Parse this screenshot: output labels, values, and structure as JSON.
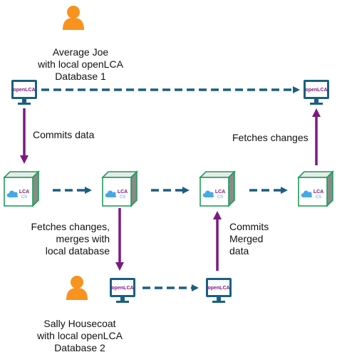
{
  "brand": {
    "app_logo": "openLCA",
    "server_logo_top": "LCA",
    "server_logo_bottom": "CS"
  },
  "colors": {
    "person": "#f7931e",
    "monitor": "#1b5f82",
    "dashed_arrow": "#1b5f82",
    "solid_arrow": "#7b1a7e",
    "cube_outline": "#1e9e5a",
    "cloud": "#46a9e6"
  },
  "icons": {
    "person": "person-icon",
    "workstation": "monitor-icon",
    "repository": "server-cube-icon"
  },
  "labels": {
    "user1": [
      "Average Joe",
      "with local openLCA",
      "Database 1"
    ],
    "commit1": [
      "Commits data"
    ],
    "fetch_top": [
      "Fetches changes"
    ],
    "fetch_merge": [
      "Fetches changes,",
      "merges with",
      "local database"
    ],
    "commit_merged": [
      "Commits",
      "Merged",
      "data"
    ],
    "user2": [
      "Sally Housecoat",
      "with local openLCA",
      "Database 2"
    ]
  }
}
